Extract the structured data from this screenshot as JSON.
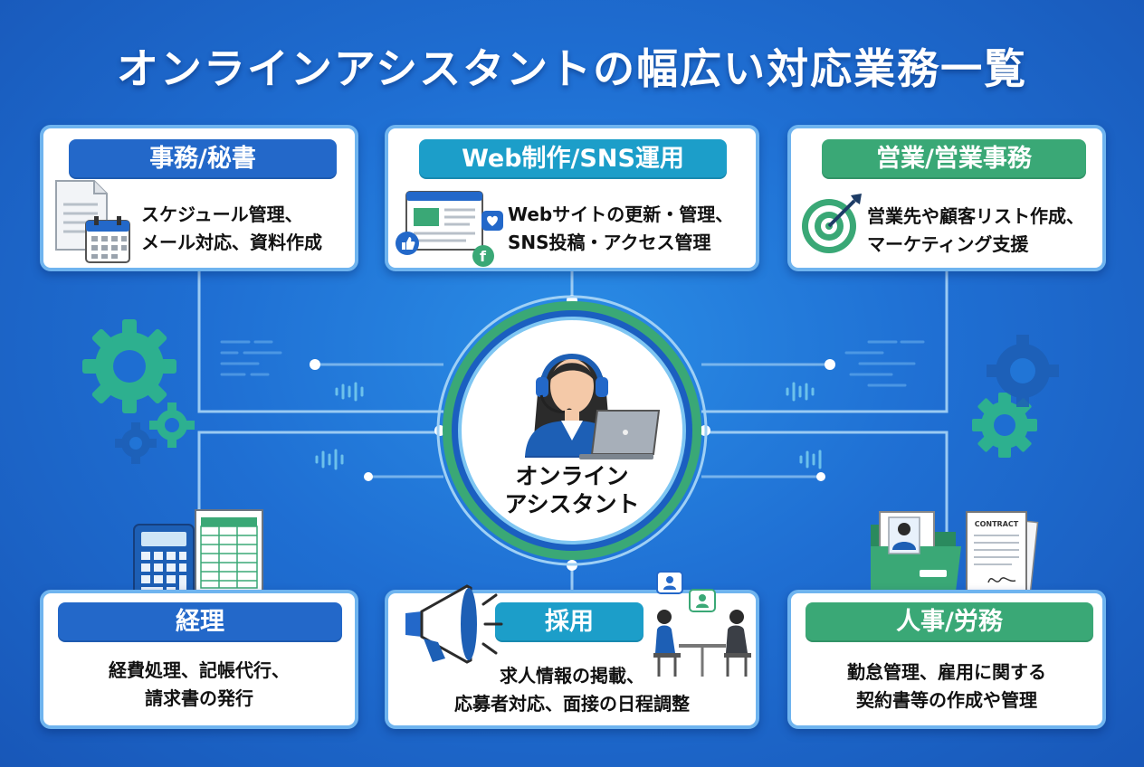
{
  "title": "オンラインアシスタントの幅広い対応業務一覧",
  "hub": {
    "line1": "オンライン",
    "line2": "アシスタント"
  },
  "cards": {
    "secretary": {
      "label": "事務/秘書",
      "line1": "スケジュール管理、",
      "line2": "メール対応、資料作成",
      "color": "#2368c9"
    },
    "web": {
      "label": "Web制作/SNS運用",
      "line1": "Webサイトの更新・管理、",
      "line2": "SNS投稿・アクセス管理",
      "color": "#1c9ec9"
    },
    "sales": {
      "label": "営業/営業事務",
      "line1": "営業先や顧客リスト作成、",
      "line2": "マーケティング支援",
      "color": "#3aa876"
    },
    "accounting": {
      "label": "経理",
      "line1": "経費処理、記帳代行、",
      "line2": "請求書の発行",
      "color": "#2368c9"
    },
    "recruit": {
      "label": "採用",
      "line1": "求人情報の掲載、",
      "line2": "応募者対応、面接の日程調整",
      "color": "#1c9ec9"
    },
    "hr": {
      "label": "人事/労務",
      "line1": "勤怠管理、雇用に関する",
      "line2": "契約書等の作成や管理",
      "color": "#3aa876"
    }
  },
  "contract_text": "CONTRACT",
  "icons": [
    "document-icon",
    "calendar-icon",
    "browser-icon",
    "like-icon",
    "heart-icon",
    "facebook-icon",
    "target-icon",
    "calculator-icon",
    "spreadsheet-icon",
    "megaphone-icon",
    "interview-icon",
    "folder-icon",
    "profile-icon",
    "contract-icon",
    "gear-icon",
    "headset-operator-icon",
    "laptop-icon"
  ]
}
